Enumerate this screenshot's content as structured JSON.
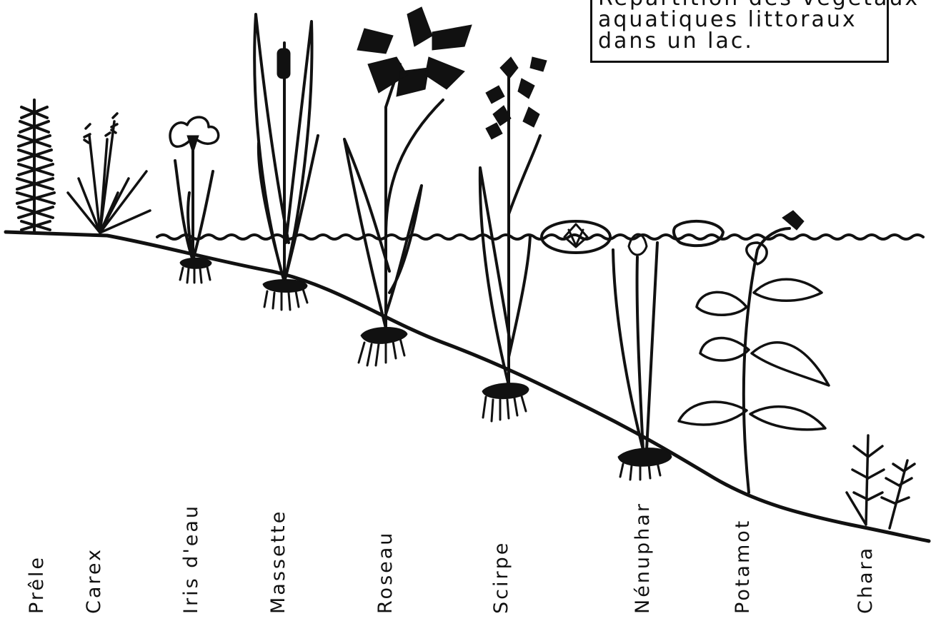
{
  "title": {
    "lines": [
      "Répartition des végétaux",
      "aquatiques littoraux",
      "dans un lac."
    ]
  },
  "plants": [
    {
      "key": "prele",
      "label": "Prêle"
    },
    {
      "key": "carex",
      "label": "Carex"
    },
    {
      "key": "iris",
      "label": "Iris d'eau"
    },
    {
      "key": "massette",
      "label": "Massette"
    },
    {
      "key": "roseau",
      "label": "Roseau"
    },
    {
      "key": "scirpe",
      "label": "Scirpe"
    },
    {
      "key": "nenuphar",
      "label": "Nénuphar"
    },
    {
      "key": "potamot",
      "label": "Potamot"
    },
    {
      "key": "chara",
      "label": "Chara"
    }
  ],
  "colors": {
    "ink": "#111111",
    "paper": "#ffffff"
  }
}
